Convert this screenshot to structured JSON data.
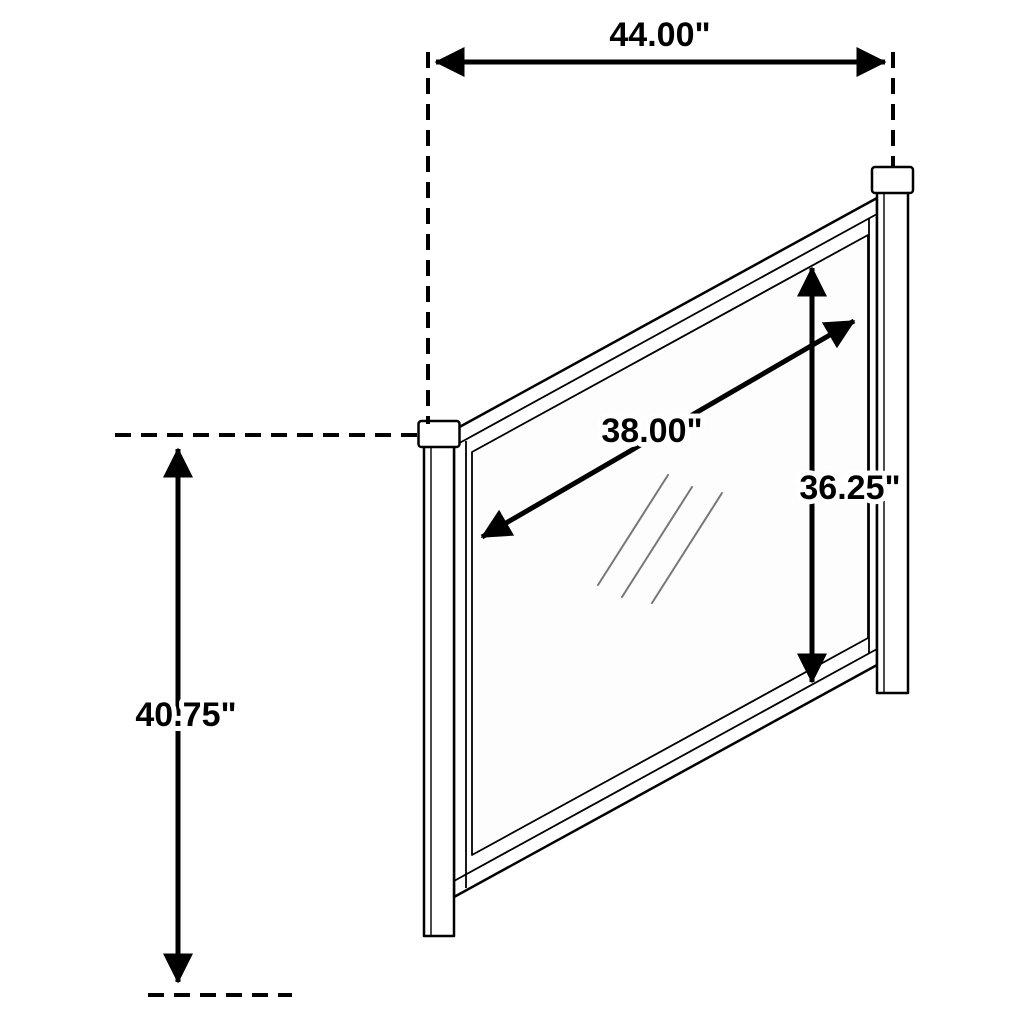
{
  "diagram": {
    "kind": "furniture-dimension-drawing",
    "subject": "mirror",
    "labels": {
      "overall_width": "44.00\"",
      "overall_height": "40.75\"",
      "glass_width": "38.00\"",
      "glass_height": "36.25\""
    },
    "colors": {
      "line": "#000000",
      "shine": "#777777",
      "background": "#ffffff"
    }
  }
}
